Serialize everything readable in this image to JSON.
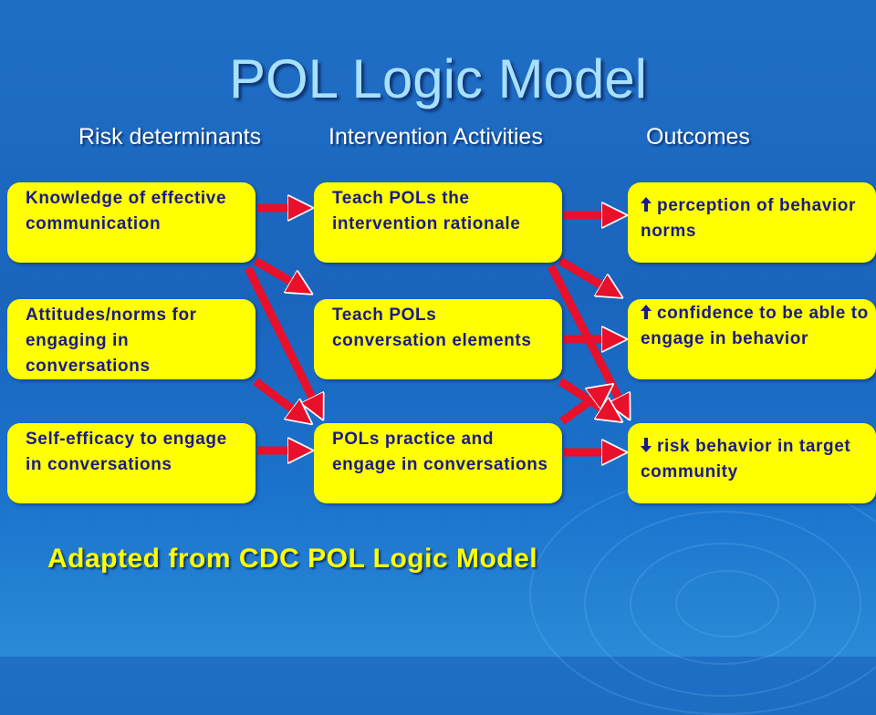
{
  "title": "POL Logic Model",
  "columns": {
    "risk": "Risk determinants",
    "intervention": "Intervention Activities",
    "outcomes": "Outcomes"
  },
  "risk_boxes": [
    "Knowledge of effective communication",
    "Attitudes/norms for engaging in conversations",
    "Self-efficacy to engage in conversations"
  ],
  "intervention_boxes": [
    "Teach POLs the intervention rationale",
    "Teach POLs conversation elements",
    "POLs practice and engage in conversations"
  ],
  "outcome_boxes": [
    {
      "direction": "up",
      "text": "perception of behavior norms"
    },
    {
      "direction": "up",
      "text": "confidence to be able to engage in behavior"
    },
    {
      "direction": "down",
      "text": "risk behavior in target community"
    }
  ],
  "footer": "Adapted from CDC POL Logic Model",
  "colors": {
    "box_fill": "#ffff00",
    "box_text": "#1a1a8a",
    "arrow": "#e8102a",
    "title": "#a8e0ff",
    "footer": "#ffff00"
  }
}
